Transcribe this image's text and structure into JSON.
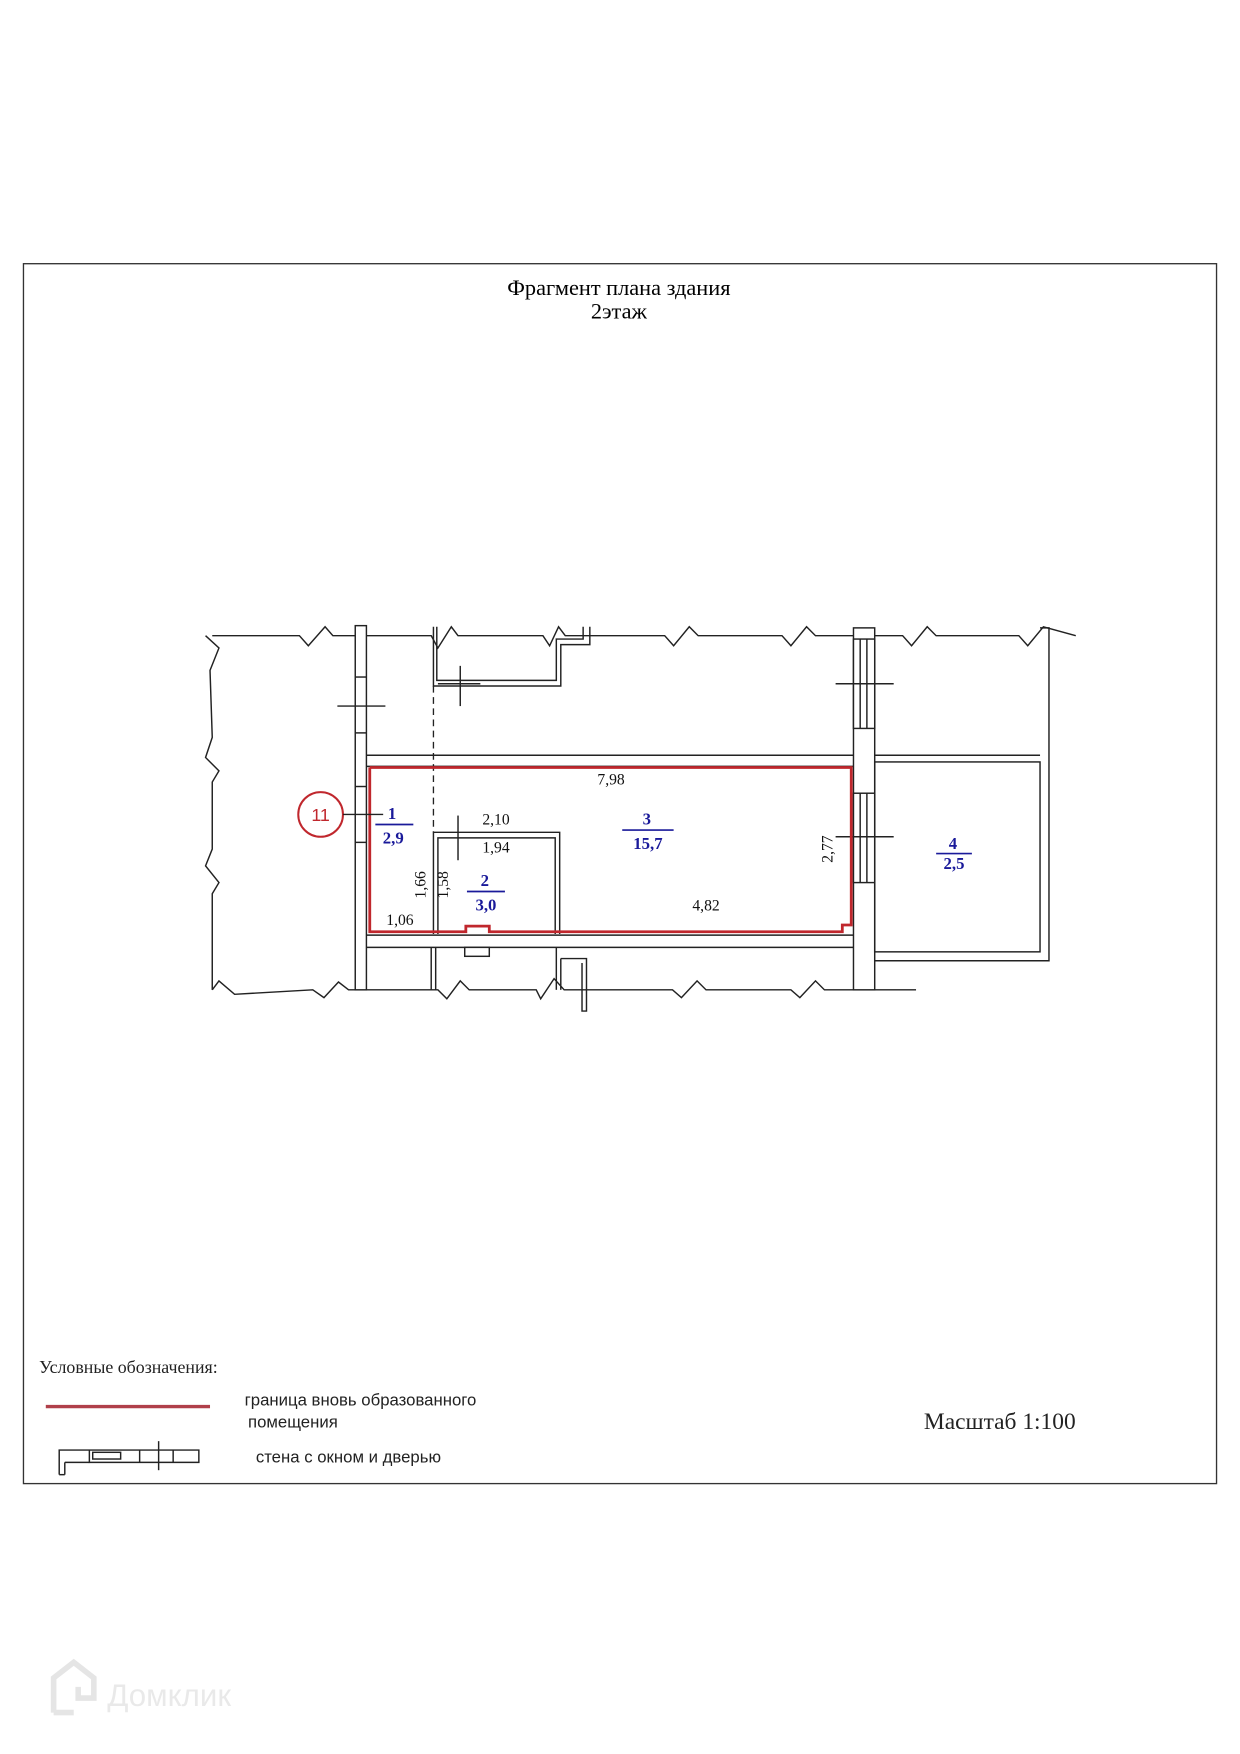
{
  "title": {
    "line1": "Фрагмент плана здания",
    "line2": "2этаж"
  },
  "colors": {
    "boundary": "#c0272d",
    "room_label": "#1a1a9a",
    "wall": "#222222"
  },
  "plan": {
    "marker": "11",
    "rooms": [
      {
        "number": "1",
        "area": "2,9"
      },
      {
        "number": "2",
        "area": "3,0"
      },
      {
        "number": "3",
        "area": "15,7"
      },
      {
        "number": "4",
        "area": "2,5"
      }
    ],
    "dimensions": {
      "top_length": "7,98",
      "room2_top_outer": "2,10",
      "room2_top_inner": "1,94",
      "left_height": "1,66",
      "room2_height": "1,58",
      "bottom_left": "1,06",
      "bottom_length": "4,82",
      "right_height": "2,77"
    }
  },
  "legend": {
    "heading": "Условные обозначения:",
    "items": [
      {
        "icon": "red-boundary-line",
        "line1": "граница  вновь образованного",
        "line2": "помещения"
      },
      {
        "icon": "wall-window-door-symbol",
        "line1": "стена с окном и дверью"
      }
    ]
  },
  "scale": "Масштаб 1:100",
  "watermark": "Домклик"
}
